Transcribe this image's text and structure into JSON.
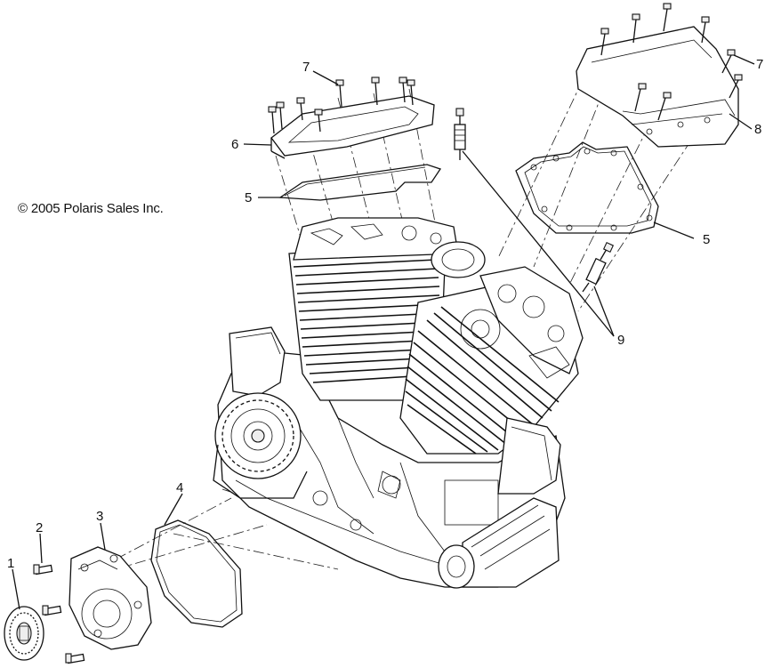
{
  "copyright": "© 2005 Polaris Sales Inc.",
  "callouts": [
    {
      "id": "c1",
      "label": "1"
    },
    {
      "id": "c2",
      "label": "2"
    },
    {
      "id": "c3",
      "label": "3"
    },
    {
      "id": "c4",
      "label": "4"
    },
    {
      "id": "c5a",
      "label": "5"
    },
    {
      "id": "c5b",
      "label": "5"
    },
    {
      "id": "c6",
      "label": "6"
    },
    {
      "id": "c7a",
      "label": "7"
    },
    {
      "id": "c7b",
      "label": "7"
    },
    {
      "id": "c8",
      "label": "8"
    },
    {
      "id": "c9",
      "label": "9"
    }
  ]
}
